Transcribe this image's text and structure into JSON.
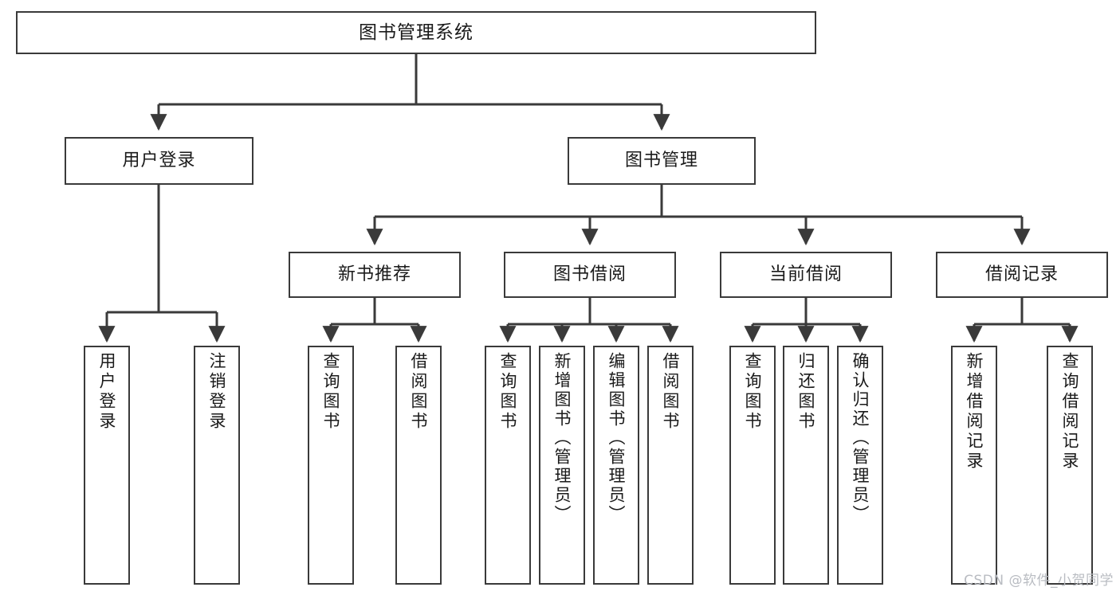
{
  "diagram": {
    "title": "图书管理系统",
    "watermark": "CSDN @软件_小贺同学",
    "colors": {
      "stroke": "#3a3a3a",
      "fill": "#ffffff",
      "text": "#1a1a1a",
      "watermark": "#b9bcc2"
    },
    "nodes": {
      "root": "图书管理系统",
      "level2": {
        "user_login": "用户登录",
        "book_manage": "图书管理"
      },
      "level3": {
        "new_book_recommend": "新书推荐",
        "book_borrow": "图书借阅",
        "current_borrow": "当前借阅",
        "borrow_record": "借阅记录"
      },
      "leaves": {
        "user_login_children": [
          "用户登录",
          "注销登录"
        ],
        "new_book_recommend_children": [
          "查询图书",
          "借阅图书"
        ],
        "book_borrow_children": [
          "查询图书",
          "新增图书（管理员）",
          "编辑图书（管理员）",
          "借阅图书"
        ],
        "current_borrow_children": [
          "查询图书",
          "归还图书",
          "确认归还（管理员）"
        ],
        "borrow_record_children": [
          "新增借阅记录",
          "查询借阅记录"
        ]
      }
    }
  }
}
